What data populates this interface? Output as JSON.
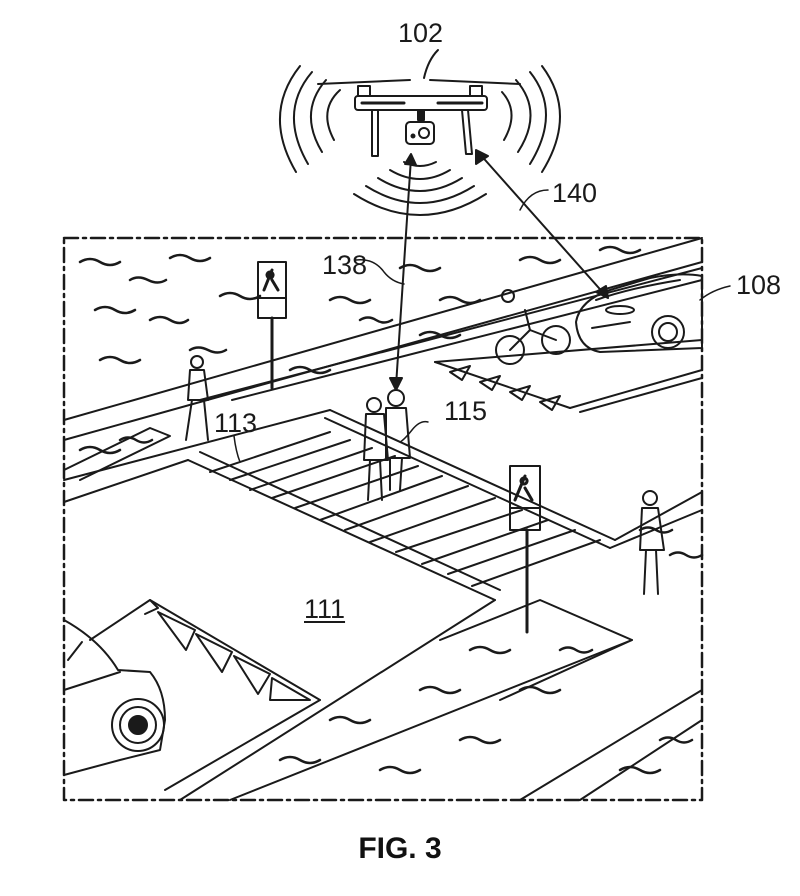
{
  "figure": {
    "caption": "FIG. 3",
    "ink_color": "#1a1a1a",
    "background": "#ffffff"
  },
  "labels": {
    "drone": "102",
    "vehicle": "108",
    "roadway": "111",
    "crosswalk": "113",
    "pedestrians": "115",
    "link_drone_pedestrian": "138",
    "link_drone_vehicle": "140"
  }
}
